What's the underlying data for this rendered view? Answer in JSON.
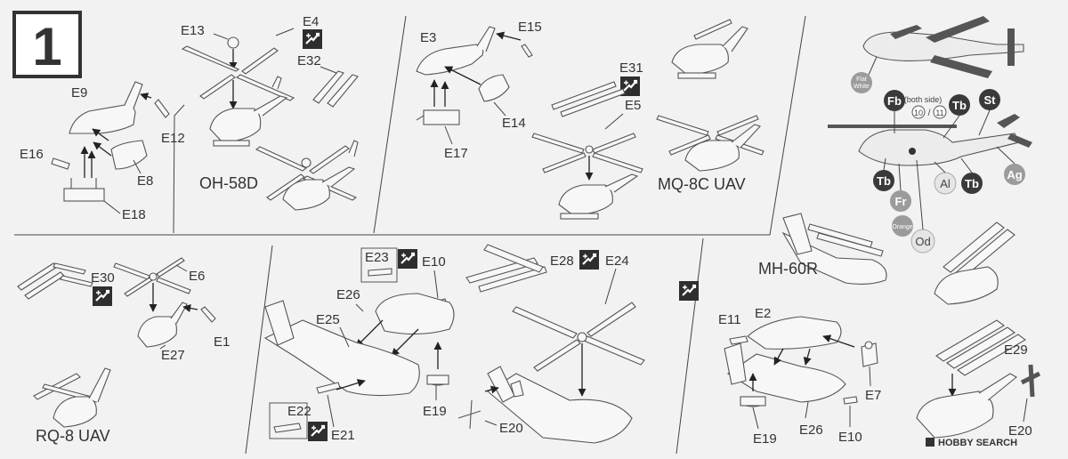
{
  "step": "1",
  "models": {
    "oh58d": "OH-58D",
    "mq8c": "MQ-8C UAV",
    "rq8": "RQ-8 UAV",
    "mh60r": "MH-60R"
  },
  "parts": {
    "e1": "E1",
    "e2": "E2",
    "e3": "E3",
    "e4": "E4",
    "e5": "E5",
    "e6": "E6",
    "e7": "E7",
    "e8": "E8",
    "e9": "E9",
    "e10": "E10",
    "e11": "E11",
    "e12": "E12",
    "e13": "E13",
    "e14": "E14",
    "e15": "E15",
    "e16": "E16",
    "e17": "E17",
    "e18": "E18",
    "e19": "E19",
    "e20": "E20",
    "e21": "E21",
    "e22": "E22",
    "e23": "E23",
    "e24": "E24",
    "e25": "E25",
    "e26": "E26",
    "e27": "E27",
    "e28": "E28",
    "e29": "E29",
    "e30": "E30",
    "e31": "E31",
    "e32": "E32"
  },
  "paint": {
    "flat_white_1": "Flat",
    "flat_white_2": "White",
    "fb": "Fb",
    "tb": "Tb",
    "st": "St",
    "both_side": "(both side)",
    "decal_10": "10",
    "slash": "/",
    "decal_11": "11",
    "fr": "Fr",
    "orange": "Orange",
    "od": "Od",
    "al": "Al",
    "ag": "Ag"
  },
  "watermark": "HOBBY SEARCH",
  "colors": {
    "ink": "#333333",
    "dark_circle": "#3a3a3a",
    "grey_circle": "#9b9b9b",
    "light_circle": "#e5e5e5"
  },
  "icons": [
    "do-not-glue-icon"
  ]
}
